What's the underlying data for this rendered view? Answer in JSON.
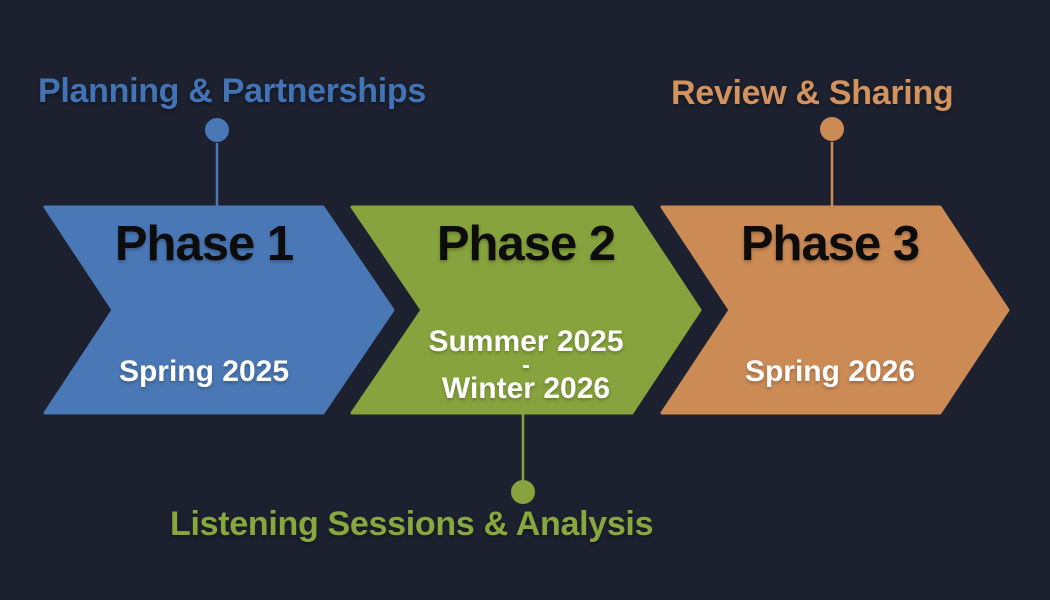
{
  "background": "#1d212f",
  "phases": [
    {
      "title": "Phase 1",
      "dates": [
        "Spring 2025"
      ],
      "color": "#4a78b6",
      "label": "Planning & Partnerships",
      "label_color": "#4173b5",
      "label_position": "top"
    },
    {
      "title": "Phase 2",
      "dates": [
        "Summer 2025",
        "-",
        "Winter 2026"
      ],
      "color": "#87a33d",
      "label": "Listening Sessions & Analysis",
      "label_color": "#87a73f",
      "label_position": "bottom"
    },
    {
      "title": "Phase 3",
      "dates": [
        "Spring 2026"
      ],
      "color": "#cc8a55",
      "label": "Review & Sharing",
      "label_color": "#d2935f",
      "label_position": "top"
    }
  ],
  "text_colors": {
    "phase_title": "#0c0c0c",
    "phase_dates": "#ffffff"
  }
}
